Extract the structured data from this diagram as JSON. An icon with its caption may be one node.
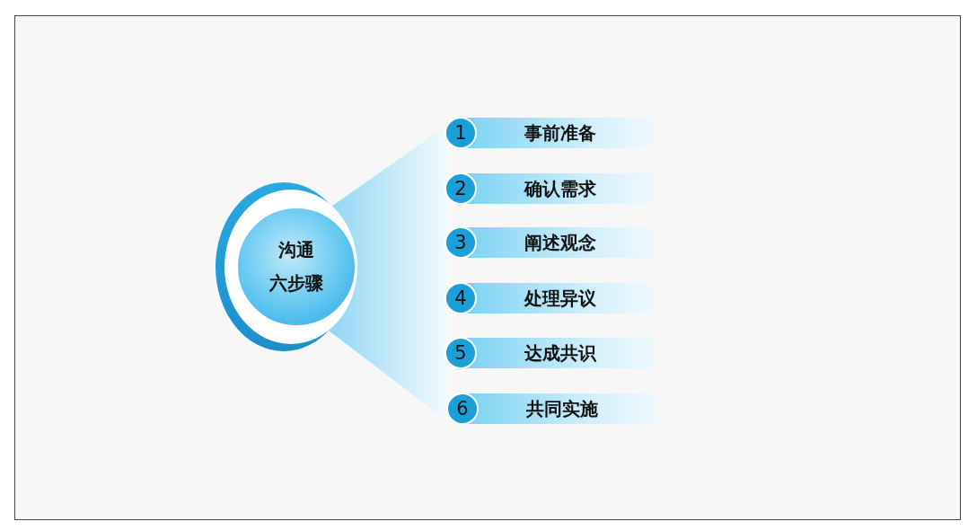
{
  "diagram": {
    "nodes": [
      {
        "text": [
          "沟通",
          "六步骤"
        ]
      },
      {
        "text": [
          "1",
          "事前准备"
        ]
      },
      {
        "text": [
          "2",
          "确认需求"
        ]
      },
      {
        "text": [
          "3",
          "阐述观念"
        ]
      },
      {
        "text": [
          "4",
          "处理异议"
        ]
      },
      {
        "text": [
          "5",
          "达成共识"
        ]
      },
      {
        "text": [
          "6",
          "共同实施"
        ]
      }
    ]
  }
}
